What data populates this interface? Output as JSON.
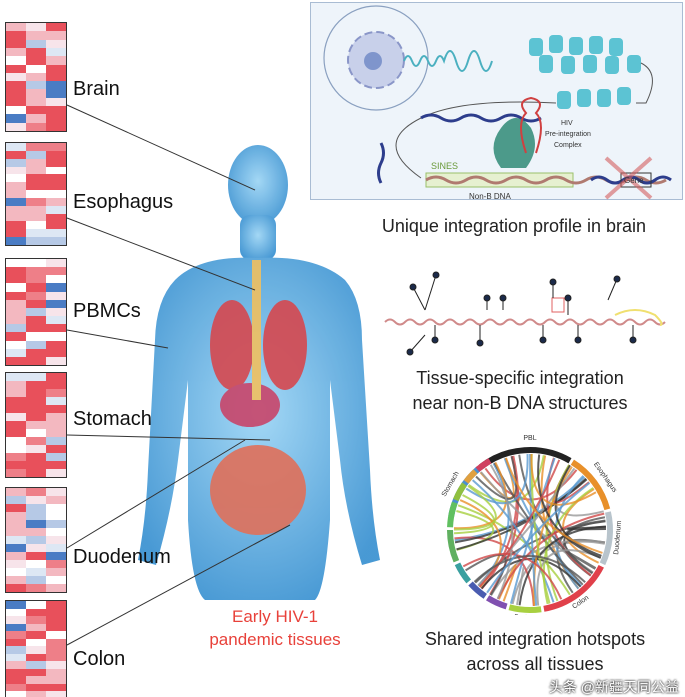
{
  "tissues": [
    {
      "label": "Brain"
    },
    {
      "label": "Esophagus"
    },
    {
      "label": "PBMCs"
    },
    {
      "label": "Stomach"
    },
    {
      "label": "Duodenum"
    },
    {
      "label": "Colon"
    }
  ],
  "body_caption": {
    "line1": "Early HIV-1",
    "line2": "pandemic tissues"
  },
  "inset": {
    "labels": {
      "hiv": "HIV",
      "pic1": "Pre-integration",
      "pic2": "Complex",
      "sines": "SINES",
      "nonb": "Non-B DNA",
      "gene": "Gene"
    },
    "caption": "Unique integration profile in brain"
  },
  "nonb_panel": {
    "line1": "Tissue-specific integration",
    "line2": "near non-B DNA structures"
  },
  "chord_panel": {
    "segments": [
      "Stomach",
      "PBL",
      "Esophagus",
      "Duodenum",
      "Colon",
      "Brain"
    ],
    "line1": "Shared integration hotspots",
    "line2": "across all tissues"
  },
  "watermark": "头条 @新疆天同公益",
  "colors": {
    "heat_high": "#e8505b",
    "heat_low": "#4a7cc4",
    "body": "#5aaee0",
    "accent_red": "#e8413a"
  }
}
